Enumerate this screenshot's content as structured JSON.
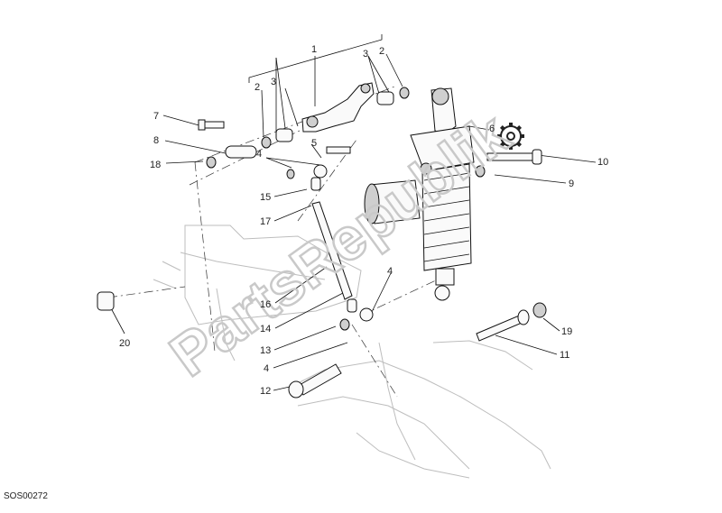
{
  "diagram": {
    "callouts": [
      "1",
      "2",
      "3",
      "4",
      "5",
      "6",
      "7",
      "8",
      "9",
      "10",
      "11",
      "12",
      "13",
      "14",
      "15",
      "16",
      "17",
      "18",
      "19",
      "20"
    ],
    "drawing_code": "SOS00272",
    "watermark": "PartsRepublik",
    "icon": "gear-icon"
  }
}
